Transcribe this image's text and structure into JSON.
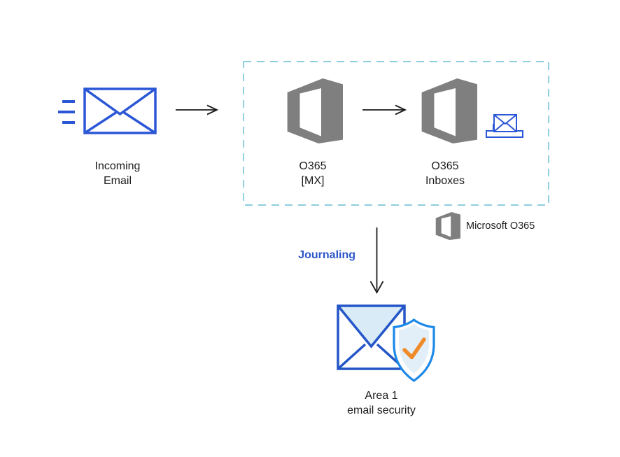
{
  "nodes": {
    "incoming_email": {
      "label": "Incoming\nEmail"
    },
    "o365_mx": {
      "label": "O365\n[MX]"
    },
    "o365_inboxes": {
      "label": "O365\nInboxes"
    },
    "area1_email_security": {
      "label": "Area 1\nemail security"
    }
  },
  "flow_labels": {
    "journaling": "Journaling"
  },
  "legend": {
    "microsoft_o365": "Microsoft O365"
  },
  "icons": {
    "incoming-email-icon": "blue outlined envelope with three motion lines",
    "arrow-right-icon": "black thin right arrow with open chevron head",
    "o365-logo-icon": "gray Microsoft Office 365 logo",
    "inbox-icon": "small blue envelope sitting in an inbox tray",
    "o365-logo-small-icon": "small gray Microsoft Office 365 logo (legend)",
    "arrow-down-icon": "black thin down arrow with open chevron head",
    "email-security-shield-icon": "envelope with shield and orange checkmark"
  },
  "colors": {
    "envelope_blue": "#2B57D6",
    "o365_gray": "#7F7F7F",
    "dashed_border": "#7EC8DB",
    "journaling_text": "#2B55C8",
    "shield_stroke": "#1D89E8",
    "shield_fill": "#E2EFF9",
    "flap_fill": "#D9EBF7",
    "checkmark_orange": "#F08A28",
    "arrow_black": "#1A1A1A",
    "label_text": "#1C1C1C",
    "background": "#FFFFFF"
  }
}
